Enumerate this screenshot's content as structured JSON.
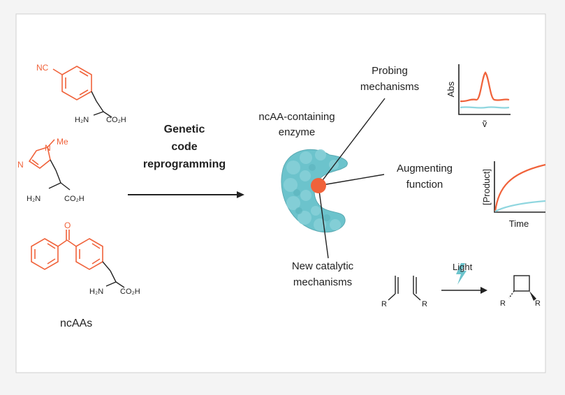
{
  "colors": {
    "accent": "#f0623a",
    "enzyme": "#6cc3cc",
    "curve_teal": "#8fd6df",
    "ink": "#222222",
    "panel": "#ffffff",
    "background": "#f4f4f4"
  },
  "molecules": {
    "top": {
      "substituent": "NC",
      "amine": "H₂N",
      "acid": "CO₂H"
    },
    "middle": {
      "substituent": "Me",
      "ring_atom_1": "N",
      "ring_atom_2": "N",
      "amine": "H₂N",
      "acid": "CO₂H"
    },
    "bottom": {
      "carbonyl_atom": "O",
      "amine": "H₂N",
      "acid": "CO₂H"
    },
    "caption": "ncAAs"
  },
  "arrow_label": {
    "line1": "Genetic",
    "line2": "code",
    "line3": "reprogramming"
  },
  "enzyme_label": {
    "line1": "ncAA-containing",
    "line2": "enzyme"
  },
  "callouts": {
    "probing": {
      "line1": "Probing",
      "line2": "mechanisms"
    },
    "augmenting": {
      "line1": "Augmenting",
      "line2": "function"
    },
    "new_catalytic": {
      "line1": "New catalytic",
      "line2": "mechanisms"
    }
  },
  "spectrum_plot": {
    "ylabel": "Abs",
    "xlabel": "ṽ"
  },
  "kinetics_plot": {
    "ylabel": "[Product]",
    "xlabel": "Time"
  },
  "photoreaction": {
    "condition": "Light",
    "r_group": "R"
  }
}
